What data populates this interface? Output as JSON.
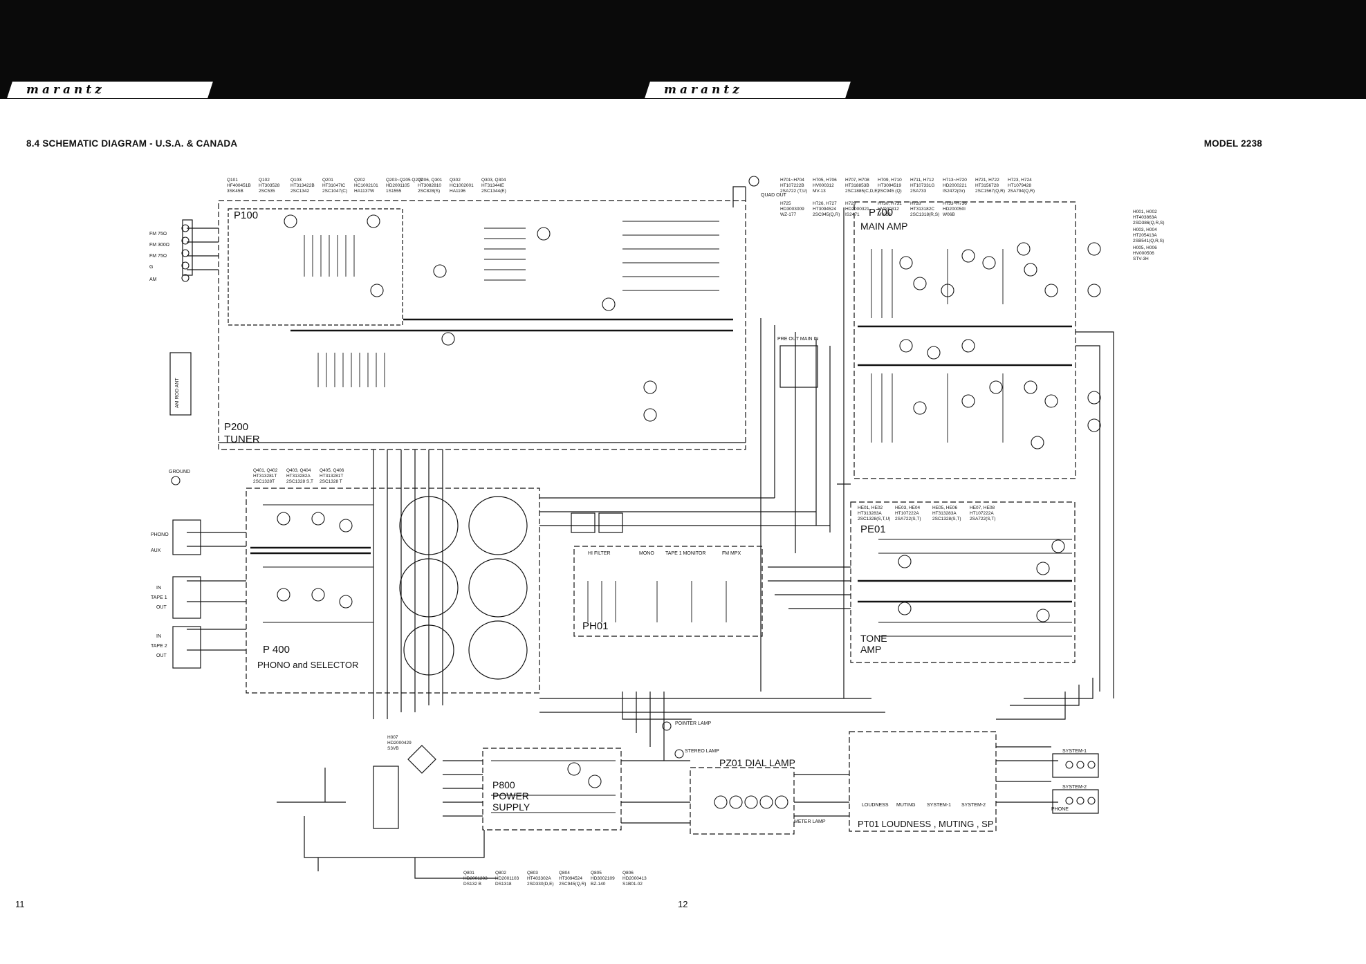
{
  "header": {
    "brand_left": "marantz",
    "brand_right": "marantz",
    "title": "8.4   SCHEMATIC DIAGRAM - U.S.A. & CANADA",
    "model": "MODEL 2238"
  },
  "footer": {
    "page_left": "11",
    "page_right": "12"
  },
  "boards": {
    "p100": "P100",
    "p200": "P200",
    "tuner": "TUNER",
    "p400": "P 400",
    "phono_selector": "PHONO and SELECTOR",
    "ph01": "PH01",
    "p700": "P700",
    "main_amp": "MAIN AMP",
    "pe01": "PE01",
    "tone": "TONE",
    "amp": "AMP",
    "p800a": "P800",
    "p800b": "POWER",
    "p800c": "SUPPLY",
    "pz01": "PZ01  DIAL  LAMP",
    "pt01": "PT01  LOUDNESS , MUTING , SP"
  },
  "jacks": {
    "fm75": "FM  75Ω",
    "fm300": "FM  300Ω",
    "fm75b": "FM  75Ω",
    "g": "G",
    "am": "AM",
    "am_rod_ant": "AM ROD ANT",
    "ground": "GROUND",
    "phono": "PHONO",
    "aux": "AUX",
    "in1": "IN",
    "tape1": "TAPE 1",
    "out1": "OUT",
    "in2": "IN",
    "tape2": "TAPE 2",
    "out2": "OUT",
    "quad_out": "QUAD OUT",
    "pre_out_main_in": "PRE OUT  MAIN IN",
    "pointer_lamp": "POINTER LAMP",
    "stereo_lamp": "STEREO LAMP",
    "meter_lamp": "METER LAMP",
    "system1": "SYSTEM-1",
    "system2": "SYSTEM-2",
    "phone": "PHONE",
    "hi_filter": "HI FILTER",
    "mono": "MONO",
    "tape1_monitor": "TAPE 1  MONITOR",
    "fm_mpx": "FM  MPX",
    "loudness": "LOUDNESS",
    "muting": "MUTING",
    "sys1": "SYSTEM-1",
    "sys2": "SYSTEM-2"
  },
  "parts_top": [
    {
      "ref": "Q101",
      "pn": "HF400451B",
      "type": "3SK45B"
    },
    {
      "ref": "Q102",
      "pn": "HT303528",
      "type": "2SC535"
    },
    {
      "ref": "Q103",
      "pn": "HT313422B",
      "type": "2SC1342"
    },
    {
      "ref": "Q201",
      "pn": "HT31047IC",
      "type": "2SC1047(C)"
    },
    {
      "ref": "Q202",
      "pn": "HC1002101",
      "type": "HA1137W"
    },
    {
      "ref": "Q203~Q205 Q207",
      "pn": "HD2001105",
      "type": "1S1555"
    },
    {
      "ref": "Q206, Q301",
      "pn": "HT3082810",
      "type": "2SC828(S)"
    },
    {
      "ref": "Q302",
      "pn": "HC1002001",
      "type": "HA1196"
    },
    {
      "ref": "Q303, Q304",
      "pn": "HT31344IE",
      "type": "2SC1344(E)"
    }
  ],
  "parts_main": [
    {
      "ref": "H701~H704",
      "pn": "HT107222B",
      "type": "2SA722 (T,U)"
    },
    {
      "ref": "H705, H706",
      "pn": "HV000312",
      "type": "MV-13"
    },
    {
      "ref": "H707, H708",
      "pn": "HT318853B",
      "type": "2SC1885(C,D,E)"
    },
    {
      "ref": "H709, H710",
      "pn": "HT3094519",
      "type": "2SC945 (Q)"
    },
    {
      "ref": "H711, H712",
      "pn": "HT107331G",
      "type": "2SA733"
    },
    {
      "ref": "H713~H720",
      "pn": "HD2000221",
      "type": "IS2472(Gr)"
    },
    {
      "ref": "H721, H722",
      "pn": "HT3156728",
      "type": "2SC1567(Q,R)"
    },
    {
      "ref": "H723, H724",
      "pn": "HT1079428",
      "type": "2SA794(Q,R)"
    },
    {
      "ref": "H725",
      "pn": "HD3003009",
      "type": "WZ-177"
    },
    {
      "ref": "H726, H727",
      "pn": "HT3094524",
      "type": "2SC945(Q,R)"
    },
    {
      "ref": "H729",
      "pn": "HD2000321",
      "type": "IS2471"
    },
    {
      "ref": "H730, H731",
      "pn": "HV000312",
      "type": "MV-13"
    },
    {
      "ref": "H728",
      "pn": "HT313182C",
      "type": "2SC1318(R,S)"
    },
    {
      "ref": "H733~H736",
      "pn": "HD200050I",
      "type": "W06B"
    }
  ],
  "parts_out": [
    {
      "ref": "H001, H002",
      "pn": "HT403863A",
      "type": "2SD386(Q,R,S)"
    },
    {
      "ref": "H003, H004",
      "pn": "HT205413A",
      "type": "2SB541(Q,R,S)"
    },
    {
      "ref": "H005, H006",
      "pn": "HV000506",
      "type": "STV-3H"
    }
  ],
  "parts_phono": [
    {
      "ref": "Q401, Q402",
      "pn": "HT313281T",
      "type": "2SC1328T"
    },
    {
      "ref": "Q403, Q404",
      "pn": "HT313282A",
      "type": "2SC1328 S,T"
    },
    {
      "ref": "Q405, Q406",
      "pn": "HT313281T",
      "type": "2SC1328 T"
    }
  ],
  "parts_tone": [
    {
      "ref": "HE01, HE02",
      "pn": "HT313283A",
      "type": "2SC1328(S,T,U)"
    },
    {
      "ref": "HE03, HE04",
      "pn": "HT107222A",
      "type": "2SA722(S,T)"
    },
    {
      "ref": "HE05, HE06",
      "pn": "HT313283A",
      "type": "2SC1328(S,T)"
    },
    {
      "ref": "HE07, HE08",
      "pn": "HT107222A",
      "type": "2SA722(S,T)"
    }
  ],
  "parts_power": [
    {
      "ref": "Q801",
      "pn": "HD2001203",
      "type": "DS132 B"
    },
    {
      "ref": "Q802",
      "pn": "HD2001103",
      "type": "DS1318"
    },
    {
      "ref": "Q803",
      "pn": "HT403302A",
      "type": "2SD330(D,E)"
    },
    {
      "ref": "Q804",
      "pn": "HT3094524",
      "type": "2SC945(Q,R)"
    },
    {
      "ref": "Q805",
      "pn": "HD3002109",
      "type": "BZ-140"
    },
    {
      "ref": "Q806",
      "pn": "HD2000413",
      "type": "S1B01-02"
    }
  ],
  "bridge": {
    "ref": "H007",
    "pn": "HD2000429",
    "type": "S3VB"
  }
}
